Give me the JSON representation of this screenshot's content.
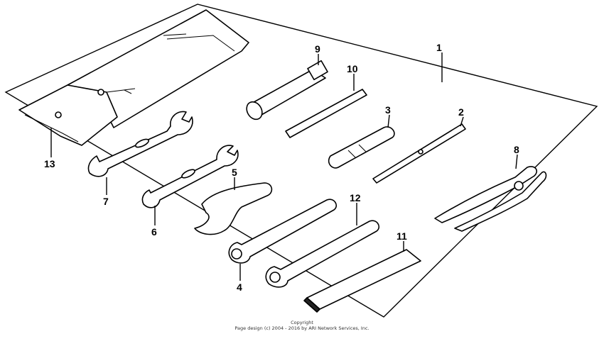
{
  "diagram": {
    "callouts": {
      "c1": "1",
      "c2": "2",
      "c3": "3",
      "c4": "4",
      "c5": "5",
      "c6": "6",
      "c7": "7",
      "c8": "8",
      "c9": "9",
      "c10": "10",
      "c11": "11",
      "c12": "12",
      "c13": "13"
    },
    "colors": {
      "line": "#000000",
      "background": "#ffffff",
      "fill_dark": "#222222"
    }
  },
  "footer": {
    "copyright_title": "Copyright",
    "copyright_line": "Page design (c) 2004 - 2016 by ARI Network Services, Inc."
  }
}
